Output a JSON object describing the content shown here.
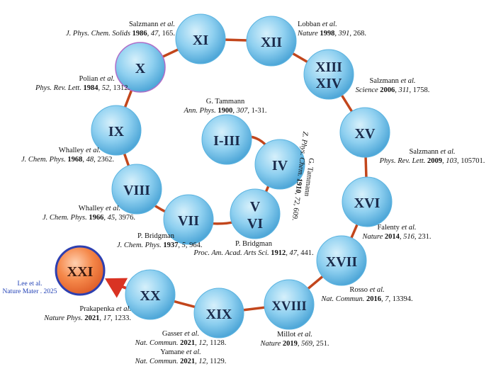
{
  "colors": {
    "node_fill": "#8fd0f0",
    "node_edge": "#4aa8dc",
    "connector": "#c2461c",
    "arrow": "#d93323",
    "new_node_fill": "#f07a3a",
    "new_node_ring": "#2d3fb0",
    "new_ref_text": "#1f3fb5"
  },
  "nodes": {
    "I_III": "I-III",
    "IV": "IV",
    "V": "V",
    "VI": "VI",
    "VII": "VII",
    "VIII": "VIII",
    "IX": "IX",
    "X": "X",
    "XI": "XI",
    "XII": "XII",
    "XIII": "XIII",
    "XIV": "XIV",
    "XV": "XV",
    "XVI": "XVI",
    "XVII": "XVII",
    "XVIII": "XVIII",
    "XIX": "XIX",
    "XX": "XX",
    "XXI": "XXI"
  },
  "refs": {
    "tammann_1900": {
      "author": "G. Tammann",
      "journal": "Ann. Phys.",
      "year": "1900",
      "volume": "307",
      "pages": "1-31."
    },
    "tammann_1910": {
      "author": "G. Tammann",
      "journal": "Z. Phys. Chem.",
      "year": "1910",
      "volume": "72",
      "pages": "609."
    },
    "bridgman_1912": {
      "author": "P. Bridgman",
      "journal": "Proc. Am. Acad. Arts Sci.",
      "year": "1912",
      "volume": "47",
      "pages": "441."
    },
    "bridgman_1937": {
      "author": "P. Bridgman",
      "journal": "J. Chem. Phys.",
      "year": "1937",
      "volume": "5",
      "pages": "964."
    },
    "whalley_1966": {
      "author": "Whalley",
      "etal": "et al.",
      "journal": "J. Chem. Phys.",
      "year": "1966",
      "volume": "45",
      "pages": "3976."
    },
    "whalley_1968": {
      "author": "Whalley",
      "etal": "et al.",
      "journal": "J. Chem. Phys.",
      "year": "1968",
      "volume": "48",
      "pages": "2362."
    },
    "polian_1984": {
      "author": "Polian",
      "etal": "et al.",
      "journal": "Phys. Rev. Lett.",
      "year": "1984",
      "volume": "52",
      "pages": "1312."
    },
    "salzmann_1986": {
      "author": "Salzmann",
      "etal": "et al.",
      "journal": "J. Phys. Chem. Solids",
      "year": "1986",
      "volume": "47",
      "pages": "165."
    },
    "lobban_1998": {
      "author": "Lobban",
      "etal": "et al.",
      "journal": "Nature",
      "year": "1998",
      "volume": "391",
      "pages": "268."
    },
    "salzmann_2006": {
      "author": "Salzmann",
      "etal": "et al.",
      "journal": "Science",
      "year": "2006",
      "volume": "311",
      "pages": "1758."
    },
    "salzmann_2009": {
      "author": "Salzmann",
      "etal": "et al.",
      "journal": "Phys. Rev. Lett.",
      "year": "2009",
      "volume": "103",
      "pages": "105701."
    },
    "falenty_2014": {
      "author": "Falenty",
      "etal": "et al.",
      "journal": "Nature",
      "year": "2014",
      "volume": "516",
      "pages": "231."
    },
    "rosso_2016": {
      "author": "Rosso",
      "etal": "et al.",
      "journal": "Nat. Commun.",
      "year": "2016",
      "volume": "7",
      "pages": "13394."
    },
    "millot_2019": {
      "author": "Millot",
      "etal": "et al.",
      "journal": "Nature",
      "year": "2019",
      "volume": "569",
      "pages": "251."
    },
    "gasser_2021": {
      "author": "Gasser",
      "etal": "et al.",
      "journal": "Nat. Commun.",
      "year": "2021",
      "volume": "12",
      "pages": "1128."
    },
    "yamane_2021": {
      "author": "Yamane",
      "etal": "et al.",
      "journal": "Nat. Commun.",
      "year": "2021",
      "volume": "12",
      "pages": "1129."
    },
    "prakapenka_2021": {
      "author": "Prakapenka",
      "etal": "et al.",
      "journal": "Nature Phys.",
      "year": "2021",
      "volume": "17",
      "pages": "1233."
    },
    "lee_2025": {
      "line1": "Lee et al.",
      "line2": "Nature Mater . 2025"
    }
  }
}
